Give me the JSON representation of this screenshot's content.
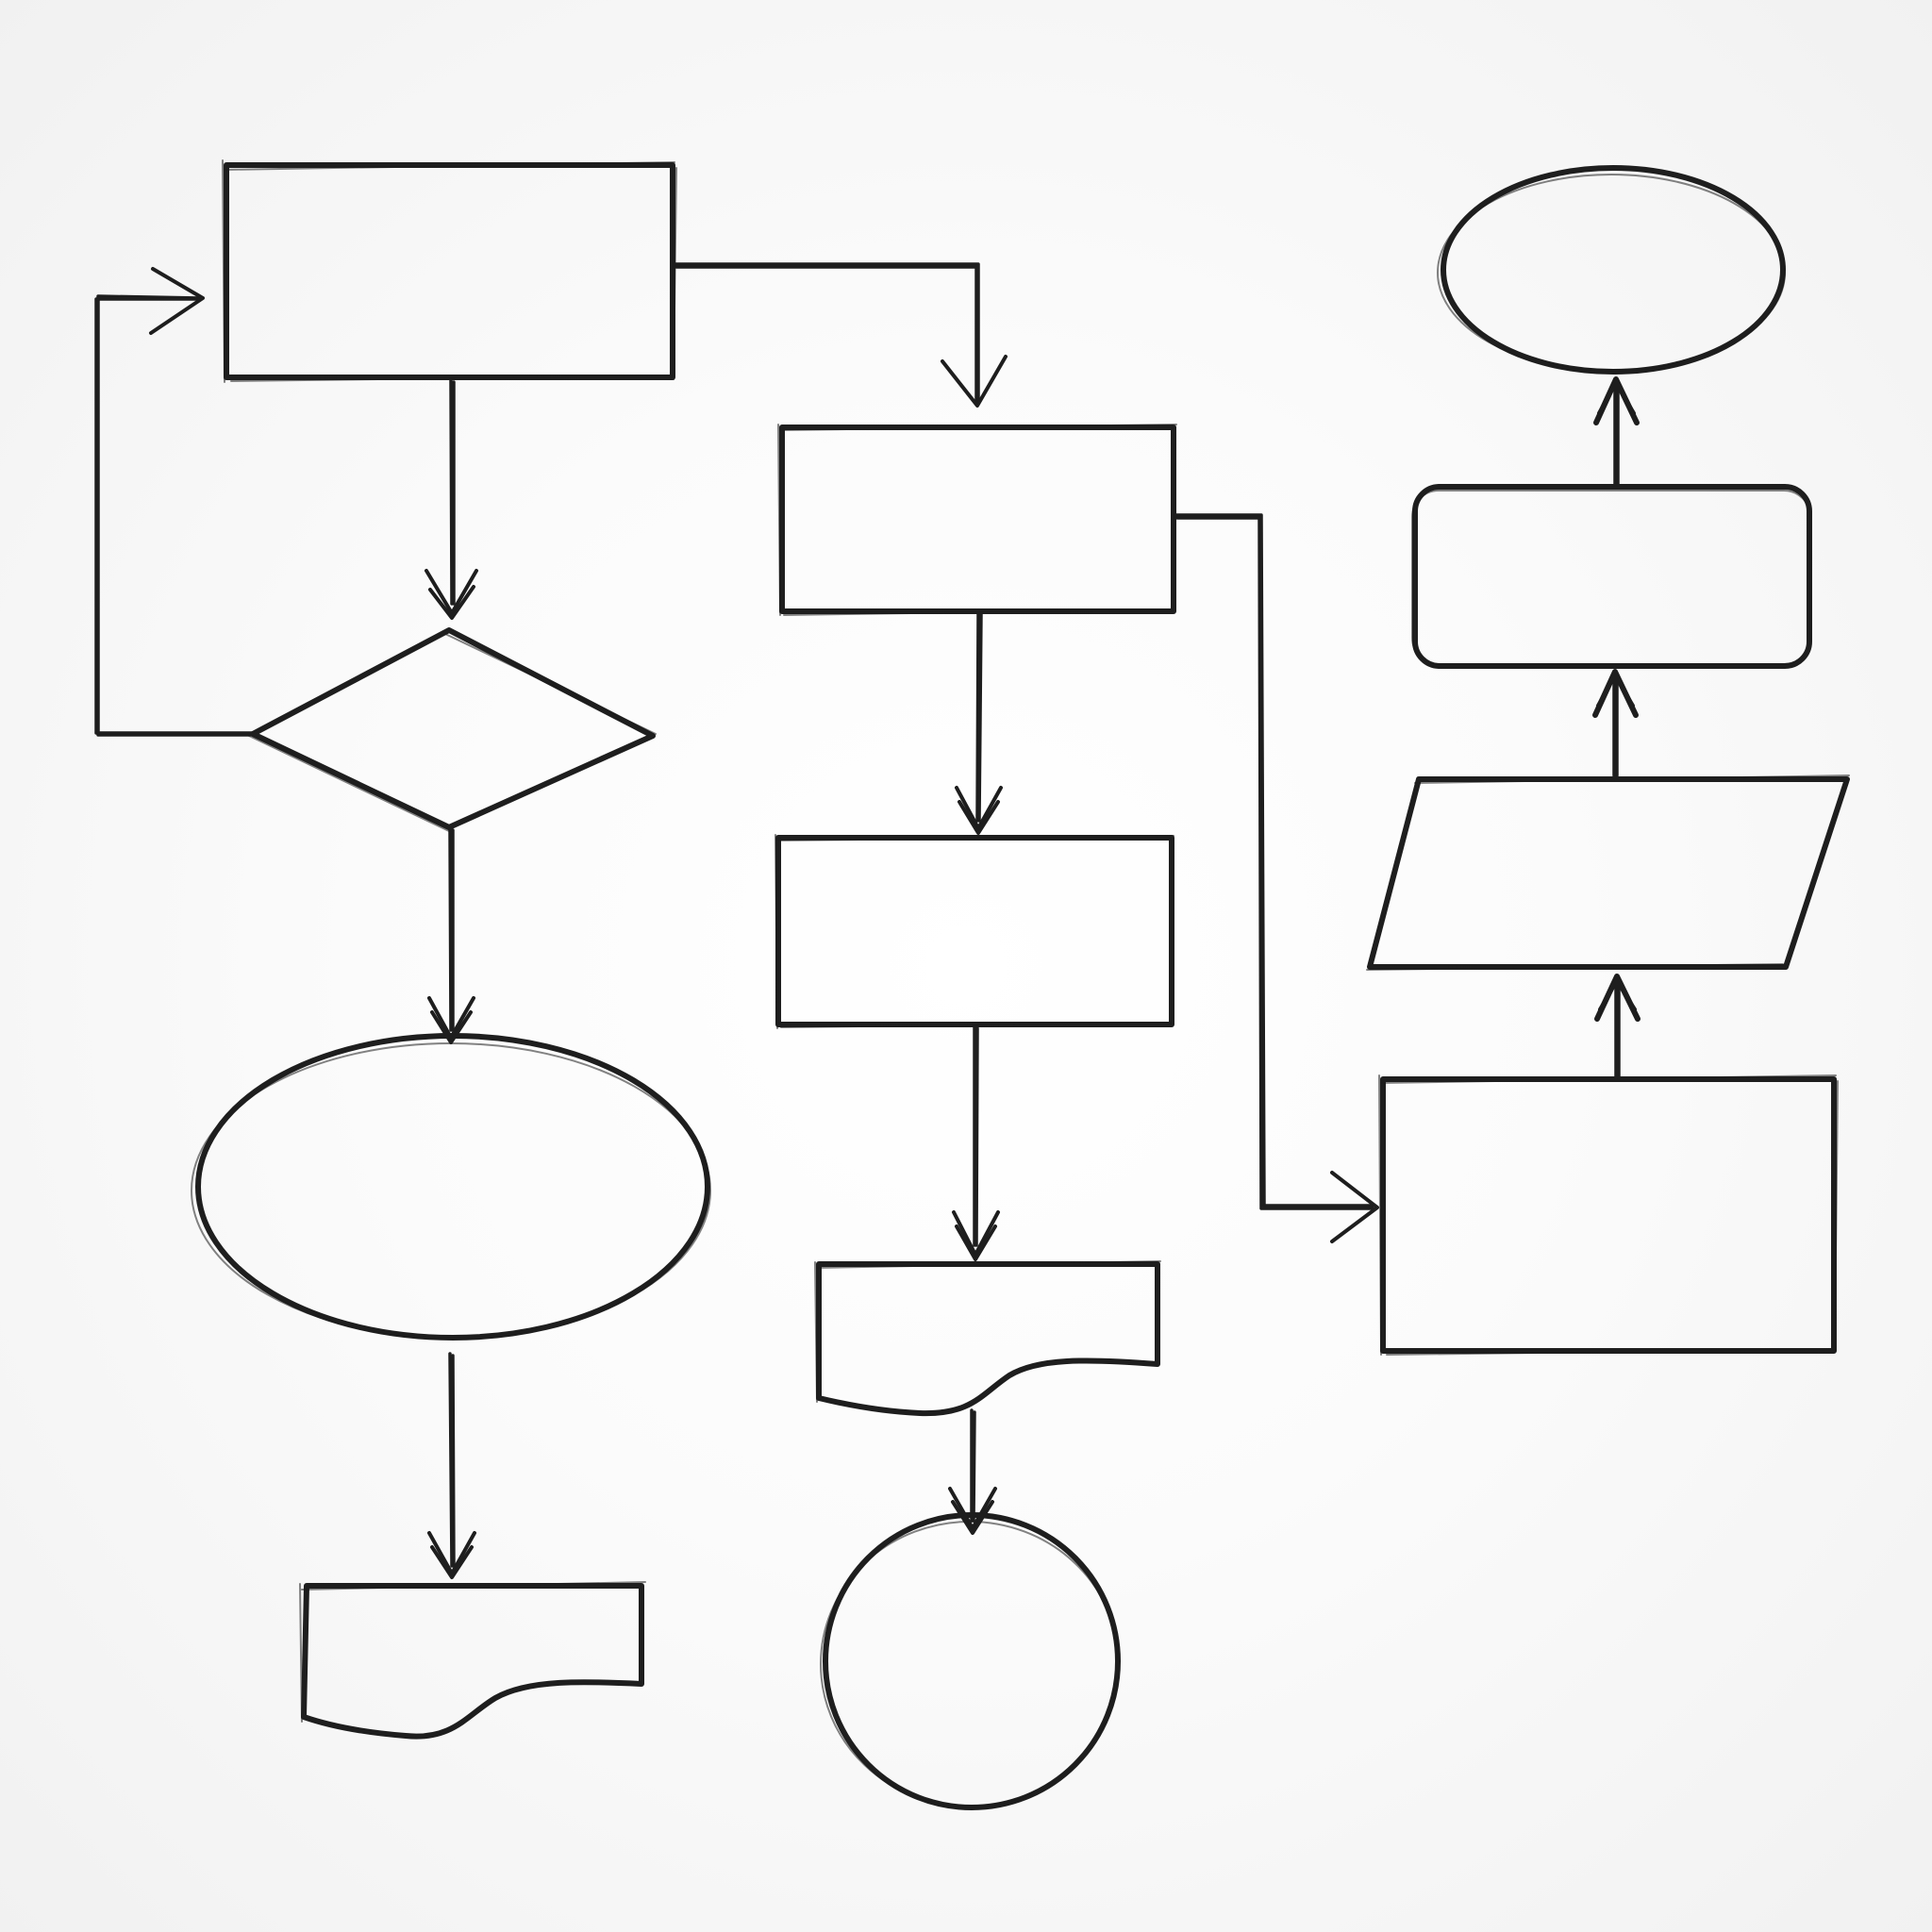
{
  "diagram": {
    "type": "flowchart",
    "style": "hand-drawn sketch",
    "colors": {
      "ink": "#1e1e1e",
      "paper": "#ffffff",
      "vignette": "#f1f1f1"
    },
    "columns": [
      {
        "nodes": [
          {
            "id": "left-process-top",
            "shape": "rectangle",
            "label": ""
          },
          {
            "id": "left-decision",
            "shape": "diamond",
            "label": ""
          },
          {
            "id": "left-ellipse",
            "shape": "ellipse",
            "label": ""
          },
          {
            "id": "left-document",
            "shape": "document",
            "label": ""
          }
        ]
      },
      {
        "nodes": [
          {
            "id": "mid-process-1",
            "shape": "rectangle",
            "label": ""
          },
          {
            "id": "mid-process-2",
            "shape": "rectangle",
            "label": ""
          },
          {
            "id": "mid-document",
            "shape": "document",
            "label": ""
          },
          {
            "id": "mid-circle",
            "shape": "circle",
            "label": ""
          }
        ]
      },
      {
        "nodes": [
          {
            "id": "right-process",
            "shape": "rectangle",
            "label": ""
          },
          {
            "id": "right-data",
            "shape": "parallelogram",
            "label": ""
          },
          {
            "id": "right-rounded",
            "shape": "rounded-rectangle",
            "label": ""
          },
          {
            "id": "right-terminator",
            "shape": "ellipse",
            "label": ""
          }
        ]
      }
    ],
    "edges": [
      {
        "from": "left-process-top",
        "to": "left-decision"
      },
      {
        "from": "left-decision",
        "to": "left-process-top",
        "kind": "loop-back"
      },
      {
        "from": "left-decision",
        "to": "left-ellipse"
      },
      {
        "from": "left-ellipse",
        "to": "left-document"
      },
      {
        "from": "left-process-top",
        "to": "mid-process-1"
      },
      {
        "from": "mid-process-1",
        "to": "mid-process-2"
      },
      {
        "from": "mid-process-2",
        "to": "mid-document"
      },
      {
        "from": "mid-document",
        "to": "mid-circle"
      },
      {
        "from": "mid-process-1",
        "to": "right-process"
      },
      {
        "from": "right-process",
        "to": "right-data"
      },
      {
        "from": "right-data",
        "to": "right-rounded"
      },
      {
        "from": "right-rounded",
        "to": "right-terminator"
      }
    ]
  }
}
